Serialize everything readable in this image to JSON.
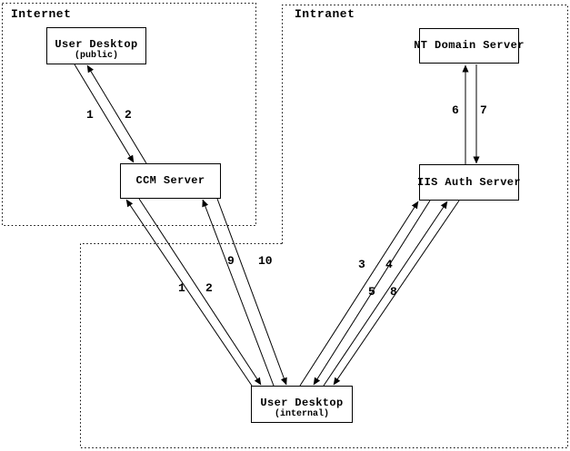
{
  "diagram": {
    "colors": {
      "background": "#ffffff",
      "ink": "#000000"
    },
    "zones": {
      "internet": {
        "label": "Internet"
      },
      "intranet": {
        "label": "Intranet"
      }
    },
    "nodes": {
      "user_desktop_public": {
        "title": "User Desktop",
        "subtitle": "(public)"
      },
      "ccm_server": {
        "title": "CCM Server"
      },
      "nt_domain_server": {
        "title": "NT Domain Server"
      },
      "iis_auth_server": {
        "title": "IIS Auth Server"
      },
      "user_desktop_internal": {
        "title": "User Desktop",
        "subtitle": "(internal)"
      }
    },
    "edge_labels": {
      "public_desktop_to_ccm": "1",
      "ccm_to_public_desktop": "2",
      "internal_desktop_to_iis_request": "3",
      "iis_to_internal_desktop_challenge": "4",
      "internal_desktop_to_iis_credentials": "5",
      "iis_to_nt_domain": "6",
      "nt_domain_to_iis": "7",
      "iis_to_internal_desktop_token": "8",
      "internal_desktop_to_ccm": "9",
      "ccm_to_internal_desktop": "10",
      "internal_desktop_to_ccm_alt": "1",
      "ccm_to_internal_desktop_alt": "2"
    }
  }
}
